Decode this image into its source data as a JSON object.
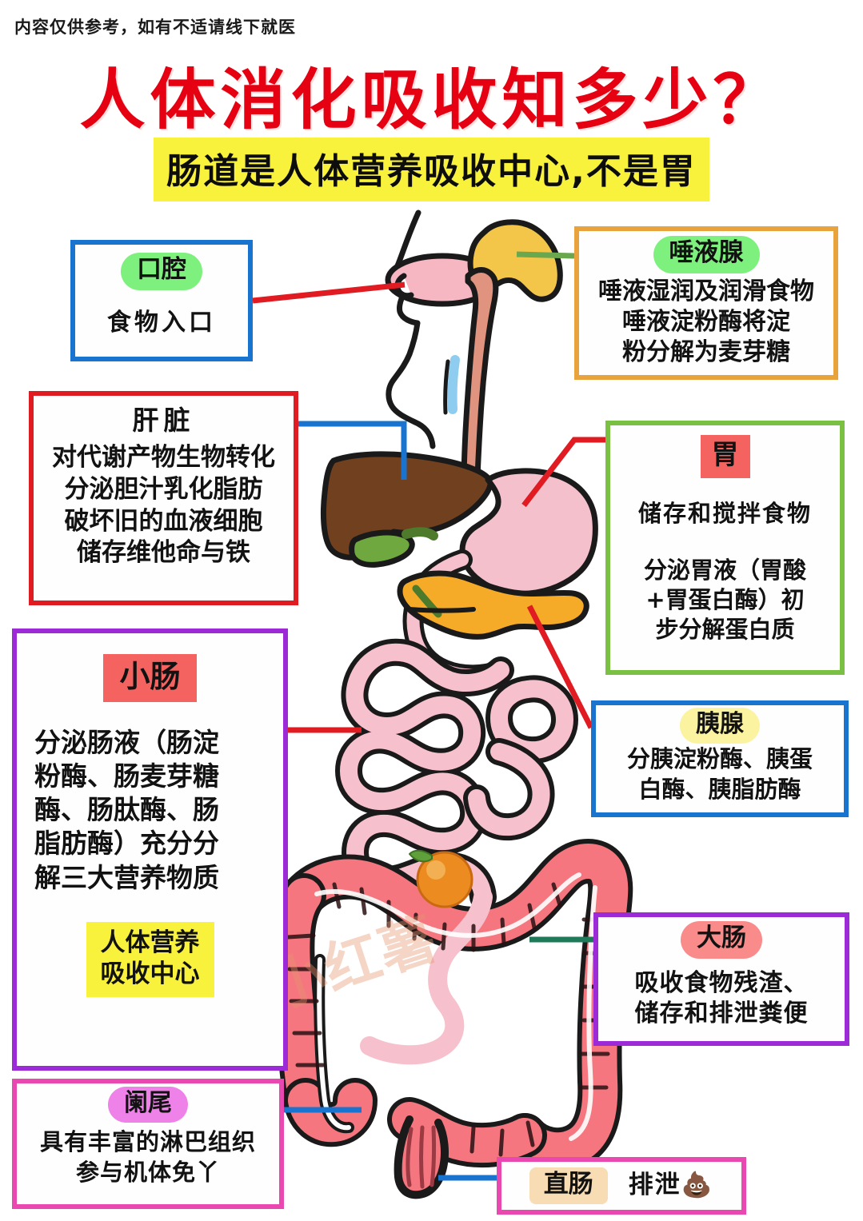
{
  "header": {
    "disclaimer": "内容仅供参考，如有不适请线下就医",
    "title": "人体消化吸收知多少？",
    "subtitle": "肠道是人体营养吸收中心,不是胃"
  },
  "watermark": "@小红薯",
  "colors": {
    "title_red": "#e50012",
    "subtitle_highlight": "#f9f23c",
    "blue_border": "#1874cf",
    "orange_border": "#e8a33d",
    "red_border": "#e11b22",
    "green_border": "#7ac143",
    "purple_border": "#9c2ad6",
    "pink_border": "#e848b0",
    "green_pill": "#7ef07e",
    "red_chip": "#f4635f",
    "yellow_pill": "#fbf3a0",
    "pink_pill": "#f98b8b",
    "magenta_pill": "#ef82e8",
    "tan_chip": "#f7dcb4",
    "yellow_highlight": "#f9f23c"
  },
  "callouts": {
    "mouth": {
      "label": "口腔",
      "body": "食物入口",
      "connector_color": "#e11b22"
    },
    "salivary_gland": {
      "label": "唾液腺",
      "body": "唾液湿润及润滑食物\n唾液淀粉酶将淀\n粉分解为麦芽糖",
      "connector_color": "#7ac143"
    },
    "liver": {
      "label": "肝脏",
      "body": "对代谢产物生物转化\n分泌胆汁乳化脂肪\n破坏旧的血液细胞\n储存维他命与铁",
      "connector_color": "#1874cf"
    },
    "stomach": {
      "label": "胃",
      "body_1": "储存和搅拌食物",
      "body_2": "分泌胃液（胃酸\n+胃蛋白酶）初\n步分解蛋白质",
      "connector_color": "#e11b22"
    },
    "small_intestine": {
      "label": "小肠",
      "body": "分泌肠液（肠淀\n粉酶、肠麦芽糖\n酶、肠肽酶、肠\n脂肪酶）充分分\n解三大营养物质",
      "highlight": "人体营养\n吸收中心",
      "connector_color": "#e11b22"
    },
    "pancreas": {
      "label": "胰腺",
      "body": "分胰淀粉酶、胰蛋\n白酶、胰脂肪酶",
      "connector_color": "#e11b22"
    },
    "large_intestine": {
      "label": "大肠",
      "body": "吸收食物残渣、\n储存和排泄粪便",
      "connector_color": "#1f7a5a"
    },
    "appendix": {
      "label": "阑尾",
      "body": "具有丰富的淋巴组织\n参与机体免丫",
      "connector_color": "#1874cf"
    },
    "rectum": {
      "label": "直肠",
      "body": "排泄💩",
      "connector_color": "#1874cf"
    }
  },
  "anatomy": {
    "parts": [
      {
        "name": "head-profile",
        "color": "#ffffff"
      },
      {
        "name": "tongue",
        "color": "#f6b6c2"
      },
      {
        "name": "salivary-gland",
        "color": "#f3c64a"
      },
      {
        "name": "esophagus",
        "color": "#e0937f"
      },
      {
        "name": "trachea",
        "color": "#8ecdf0"
      },
      {
        "name": "liver",
        "color": "#70401f"
      },
      {
        "name": "gallbladder",
        "color": "#6ea83e"
      },
      {
        "name": "stomach",
        "color": "#f3c0cc"
      },
      {
        "name": "pancreas",
        "color": "#f5ab28"
      },
      {
        "name": "small-intestine",
        "color": "#f6c0cc"
      },
      {
        "name": "large-intestine",
        "color": "#f5767f"
      },
      {
        "name": "rectum",
        "color": "#f5767f"
      },
      {
        "name": "orange-fruit",
        "color": "#eb8b20"
      }
    ]
  }
}
